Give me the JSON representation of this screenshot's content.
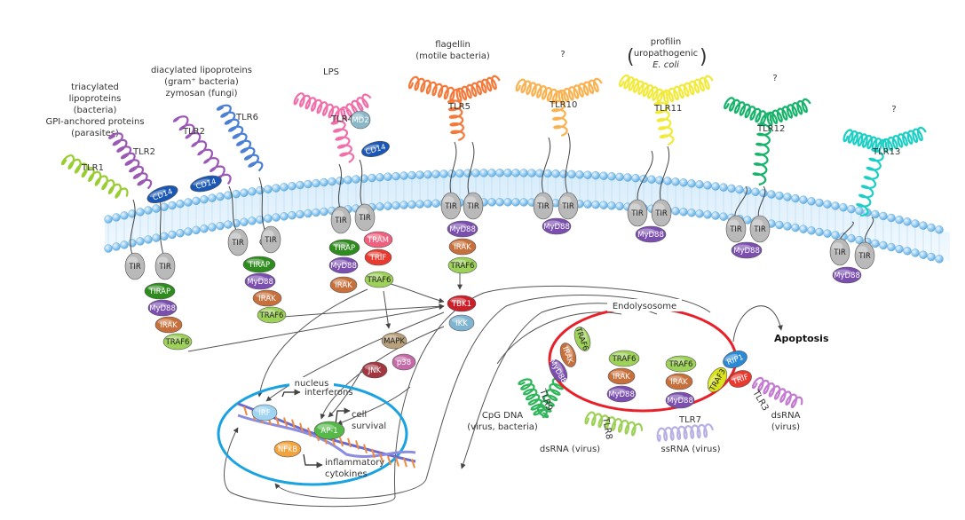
{
  "diagram": {
    "receptors": [
      {
        "id": "tlr1",
        "label": "TLR1"
      },
      {
        "id": "tlr2a",
        "label": "TLR2"
      },
      {
        "id": "tlr2b",
        "label": "TLR2"
      },
      {
        "id": "tlr6",
        "label": "TLR6"
      },
      {
        "id": "tlr4",
        "label": "TLR4"
      },
      {
        "id": "tlr5",
        "label": "TLR5"
      },
      {
        "id": "tlr10",
        "label": "TLR10"
      },
      {
        "id": "tlr11",
        "label": "TLR11"
      },
      {
        "id": "tlr12",
        "label": "TLR12"
      },
      {
        "id": "tlr13",
        "label": "TLR13"
      },
      {
        "id": "tlr9",
        "label": "TLR9"
      },
      {
        "id": "tlr8",
        "label": "TLR8"
      },
      {
        "id": "tlr7",
        "label": "TLR7"
      },
      {
        "id": "tlr3",
        "label": "TLR3"
      }
    ],
    "ligands": {
      "tlr1_2": [
        "triacylated",
        "lipoproteins",
        "(bacteria)",
        "GPI-anchored proteins",
        "(parasites)"
      ],
      "tlr2_6": [
        "diacylated lipoproteins",
        "(gram⁺ bacteria)",
        "zymosan (fungi)"
      ],
      "tlr4": [
        "LPS"
      ],
      "tlr5": [
        "flagellin",
        "(motile bacteria)"
      ],
      "tlr10": [
        "?"
      ],
      "tlr11": [
        "profilin",
        "uropathogenic",
        "E. coli"
      ],
      "tlr12": [
        "?"
      ],
      "tlr13": [
        "?"
      ],
      "tlr9": [
        "CpG DNA",
        "(virus, bacteria)"
      ],
      "tlr8": [
        "dsRNA (virus)"
      ],
      "tlr7": [
        "ssRNA (virus)"
      ],
      "tlr3": [
        "dsRNA",
        "(virus)"
      ]
    },
    "proteins": {
      "tir": "TIR",
      "tirap": "TIRAP",
      "myd88": "MyD88",
      "irak": "IRAK",
      "traf6": "TRAF6",
      "cd14": "CD14",
      "md2": "MD2",
      "tram": "TRAM",
      "trif": "TRIF",
      "tbk1": "TBK1",
      "ikk": "IKK",
      "mapk": "MAPK",
      "jnk": "JNK",
      "p38": "p38",
      "traf3": "TRAF3",
      "rip1": "RIP1",
      "irf": "IRF",
      "ap1": "AP-1",
      "nfkb": "NFκB"
    },
    "compartments": {
      "nucleus": "nucleus",
      "endolysosome": "Endolysosome"
    },
    "outputs": {
      "interferons": "interferons",
      "cell_survival": [
        "cell",
        "survival"
      ],
      "inflammatory": [
        "inflammatory",
        "cytokines"
      ],
      "apoptosis": "Apoptosis"
    },
    "colors": {
      "tlr1": "#9acd32",
      "tlr2": "#9b59b6",
      "tlr6": "#4a7fd4",
      "tlr4": "#f06eaa",
      "tlr5": "#f47a3c",
      "tlr10": "#f9b24f",
      "tlr11": "#f2ea3a",
      "tlr12": "#16b36a",
      "tlr13": "#1ccfc4",
      "membrane": "#a7d3f2",
      "nucleus": "#1aa3e0",
      "endolysosome": "#e8202a",
      "tir": "#b9b9b9",
      "tirap": "#2e8b1e",
      "myd88": "#7b4fb0",
      "irak": "#c8703c",
      "traf6": "#9ed159",
      "cd14": "#1a56b3",
      "md2": "#8ab8c8",
      "tram": "#f0607f",
      "trif": "#e83a2e",
      "tbk1": "#cc1f2a",
      "ikk": "#7fb5d1",
      "mapk": "#b8a07a",
      "jnk": "#a3363e",
      "p38": "#c46aa8",
      "traf3": "#d9e21b",
      "rip1": "#2b8ad6",
      "irf": "#9fd5f2",
      "ap1": "#57b84a",
      "nfkb": "#f3a33c"
    }
  }
}
